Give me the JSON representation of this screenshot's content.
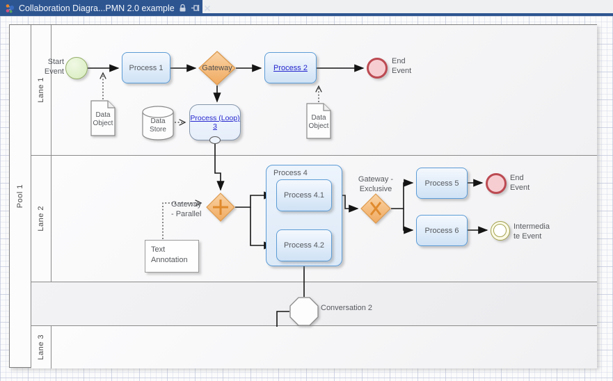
{
  "window": {
    "tab_title": "Collaboration Diagra...PMN 2.0 example",
    "icons": [
      "app-icon",
      "lock-icon",
      "pin-icon",
      "close-icon"
    ]
  },
  "colors": {
    "tab_blue": "#2D5590",
    "task_border": "#5B9BD5",
    "task_fill": "#DCE9F7",
    "gateway_fill_top": "#F9D3A6",
    "gateway_fill_bottom": "#F0AA60",
    "gateway_border": "#DD9A4E",
    "gateway_marker": "#E08A2D",
    "start_fill": "#E0F0CE",
    "start_border": "#94AD67",
    "end_fill": "#F6CED2",
    "end_border": "#BC4A52",
    "intermediate_border": "#A3A14E",
    "link_text": "#2424CD",
    "shape_text": "#555555",
    "connector": "#141414"
  },
  "pool": {
    "label": "Pool 1"
  },
  "lanes": [
    {
      "label": "Lane 1"
    },
    {
      "label": "Lane 2"
    },
    {
      "label": "Lane 3"
    }
  ],
  "nodes": {
    "start_event": {
      "lines": [
        "Start",
        "Event"
      ]
    },
    "process1": {
      "label": "Process 1"
    },
    "gateway1": {
      "label": "Gateway"
    },
    "process2": {
      "label": "Process 2"
    },
    "end_event1": {
      "lines": [
        "End",
        "Event"
      ]
    },
    "data_object1": {
      "lines": [
        "Data",
        "Object"
      ]
    },
    "data_store": {
      "lines": [
        "Data",
        "Store"
      ]
    },
    "process_loop3": {
      "lines": [
        "Process (Loop)",
        "3"
      ]
    },
    "data_object2": {
      "lines": [
        "Data",
        "Object"
      ]
    },
    "gateway_parallel": {
      "lines": [
        "Gateway",
        "- Parallel"
      ]
    },
    "text_annotation": {
      "lines": [
        "Text",
        "Annotation"
      ]
    },
    "process4": {
      "label": "Process 4"
    },
    "process4_1": {
      "label": "Process 4.1"
    },
    "process4_2": {
      "label": "Process 4.2"
    },
    "gateway_exclusive": {
      "lines": [
        "Gateway -",
        "Exclusive"
      ]
    },
    "process5": {
      "label": "Process 5"
    },
    "end_event2": {
      "lines": [
        "End",
        "Event"
      ]
    },
    "process6": {
      "label": "Process 6"
    },
    "intermediate_event": {
      "lines": [
        "Intermedia",
        "te Event"
      ]
    },
    "conversation2": {
      "label": "Conversation 2"
    }
  }
}
